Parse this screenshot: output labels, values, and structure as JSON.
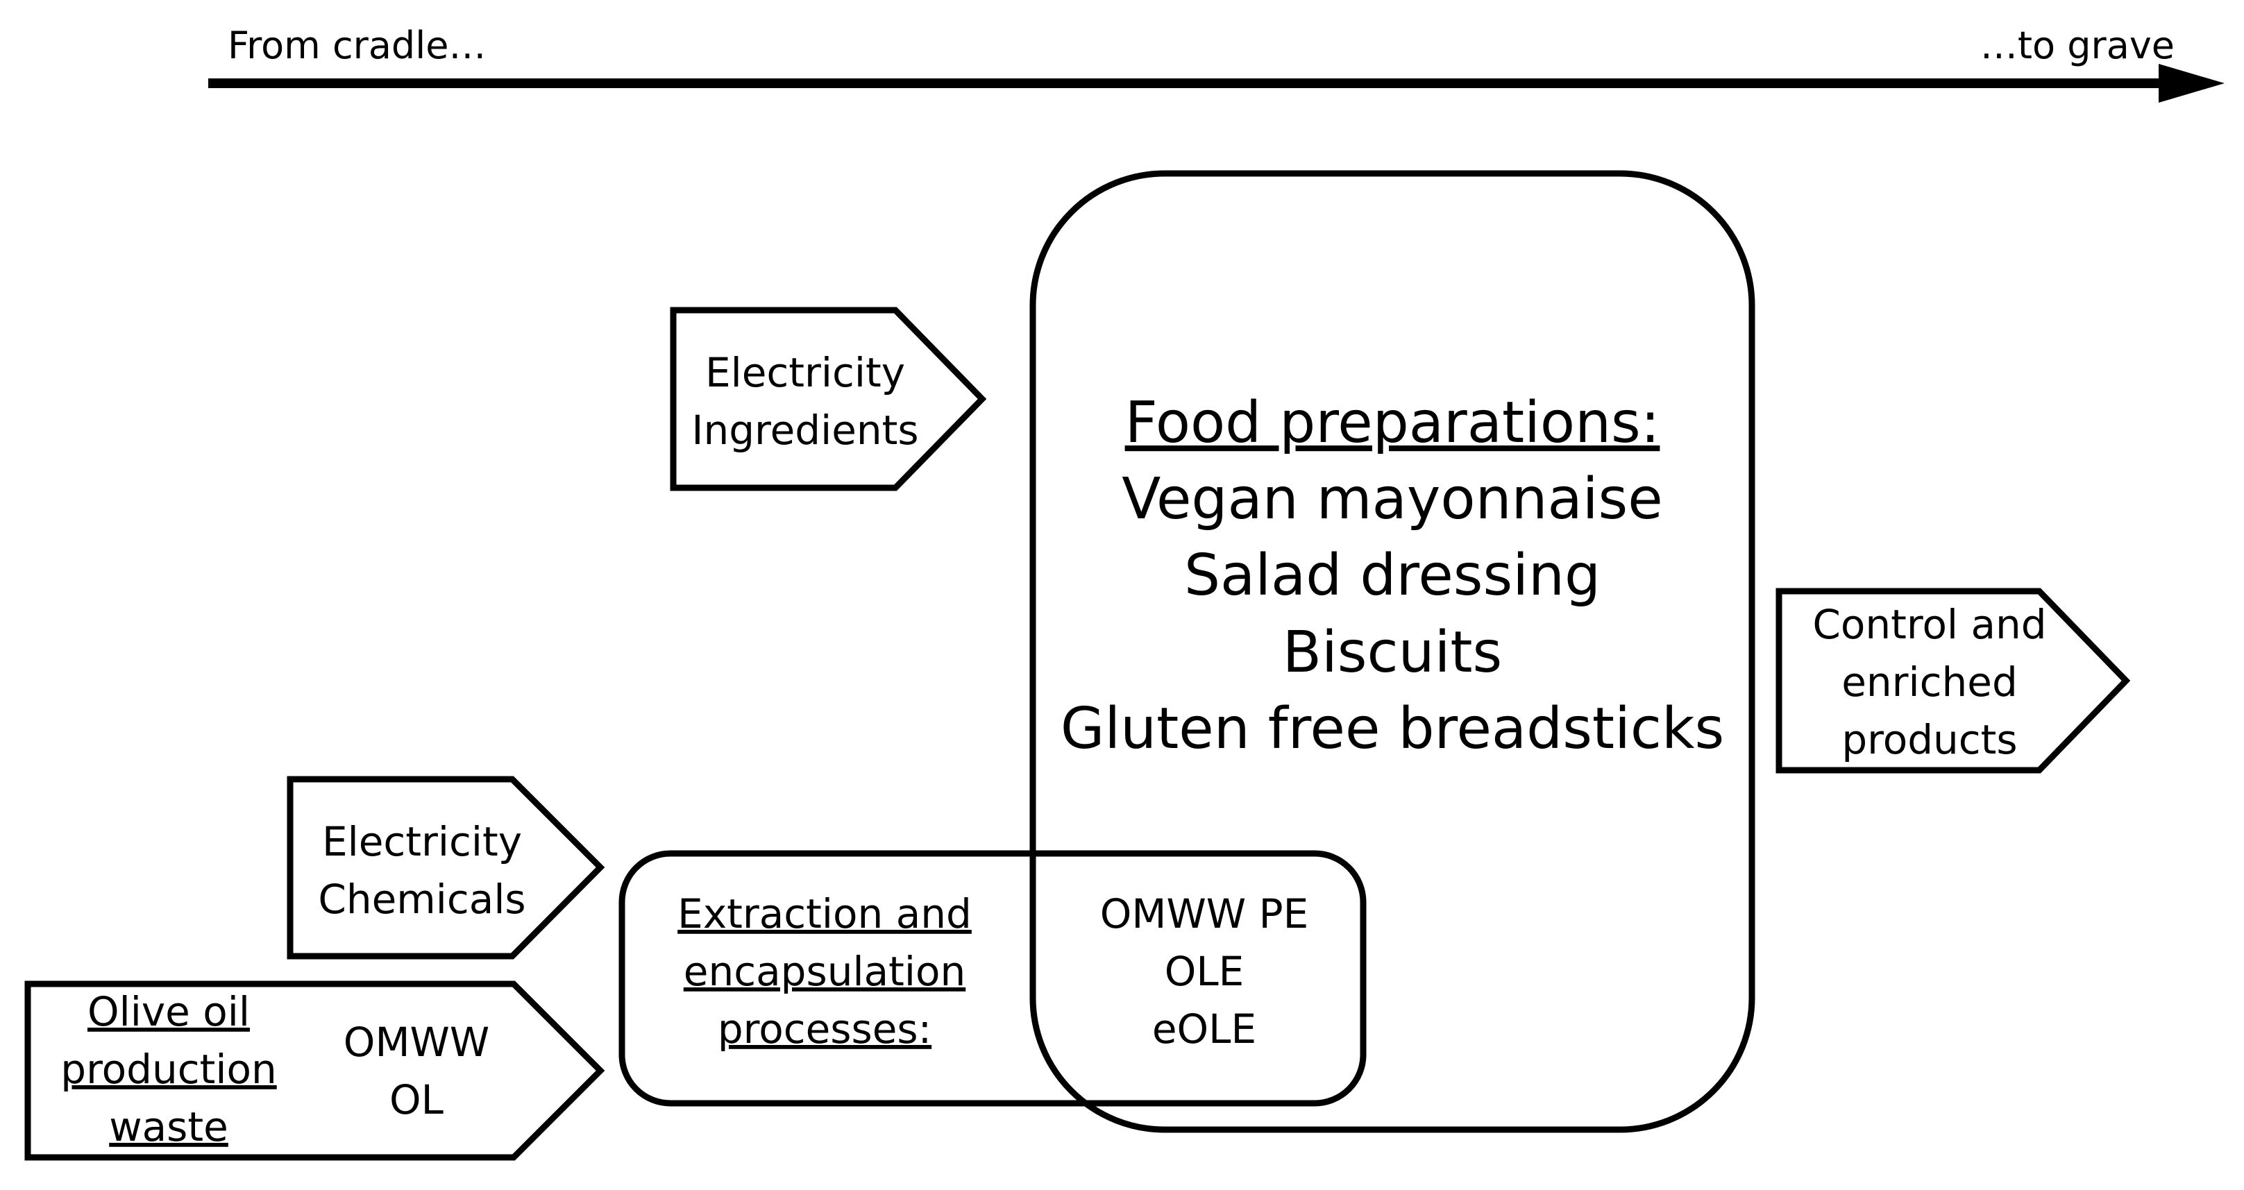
{
  "timeline": {
    "start_label": "From cradle…",
    "end_label": "…to grave"
  },
  "inputs_food": {
    "line1": "Electricity",
    "line2": "Ingredients"
  },
  "inputs_extraction": {
    "line1": "Electricity",
    "line2": "Chemicals"
  },
  "waste": {
    "title_lines": [
      "Olive oil",
      "production",
      "waste"
    ],
    "items": [
      "OMWW",
      "OL"
    ]
  },
  "food_preparations": {
    "title": "Food preparations:",
    "items": [
      "Vegan mayonnaise",
      "Salad dressing",
      "Biscuits",
      "Gluten free breadsticks"
    ]
  },
  "extraction": {
    "title_lines": [
      "Extraction and",
      "encapsulation",
      "processes:"
    ],
    "products": [
      "OMWW PE",
      "OLE",
      "eOLE"
    ]
  },
  "output": {
    "lines": [
      "Control and",
      "enriched",
      "products"
    ]
  },
  "colors": {
    "stroke": "#000000",
    "background": "#ffffff"
  }
}
